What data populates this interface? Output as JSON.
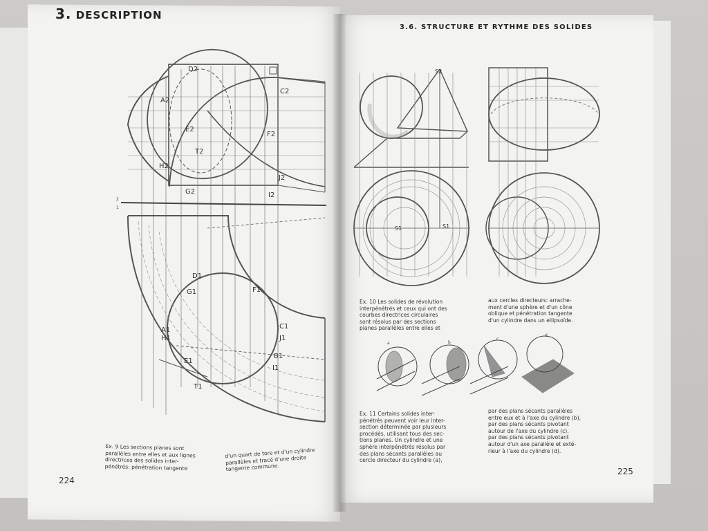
{
  "left_page": {
    "chapter_number": "3.",
    "chapter_title": "DESCRIPTION",
    "page_number": "224",
    "caption_lines": [
      "Ex. 9  Les sections planes sont",
      "parallèles entre elles et aux lignes",
      "directrices des solides inter-",
      "pénétrés: pénétration tangente"
    ],
    "caption2_lines": [
      "d'un quart de tore et d'un cylindre",
      "parallèles et tracé d'une droite",
      "tangente commune."
    ],
    "figure_labels": [
      "D2",
      "A2",
      "C2",
      "E2",
      "F2",
      "T2",
      "H2",
      "J2",
      "G2",
      "I2",
      "D1",
      "G1",
      "F1",
      "A1",
      "H1",
      "C1",
      "J1",
      "E1",
      "B1",
      "I1",
      "T1",
      "2",
      "1"
    ]
  },
  "right_page": {
    "section_title": "3.6.  STRUCTURE ET RYTHME DES SOLIDES",
    "page_number": "225",
    "ex10_lines": [
      "Ex. 10  Les solides de révolution",
      "interpénétrés et ceux qui ont des",
      "courbes directrices circulaires",
      "sont résolus par des sections",
      "planes parallèles entre elles et"
    ],
    "ex10b_lines": [
      "aux cercles directeurs: arrache-",
      "ment d'une sphère et d'un cône",
      "oblique et pénétration tangente",
      "d'un cylindre dans un ellipsoïde."
    ],
    "ex11_lines": [
      "Ex. 11  Certains solides inter-",
      "pénétrés peuvent voir leur inter-",
      "section déterminée par plusieurs",
      "procédés, utilisant tous des sec-",
      "tions planes. Un cylindre et une",
      "sphère interpénétrés résolus par",
      "des plans sécants parallèles au",
      "cercle directeur du cylindre (a),"
    ],
    "ex11b_lines": [
      "par des plans sécants parallèles",
      "entre eux et à l'axe du cylindre (b),",
      "par des plans sécants pivotant",
      "autour de l'axe du cylindre (c),",
      "par des plans sécants pivotant",
      "autour d'un axe parallèle et exté-",
      "rieur à l'axe du cylindre (d)."
    ],
    "figure_labels": [
      "S2",
      "S1",
      "S1"
    ],
    "small_figure_labels": [
      "a",
      "b",
      "c",
      "d"
    ]
  },
  "colors": {
    "paper": "#f3f3f1",
    "ink": "#333333",
    "table": "#c9c7c4"
  }
}
